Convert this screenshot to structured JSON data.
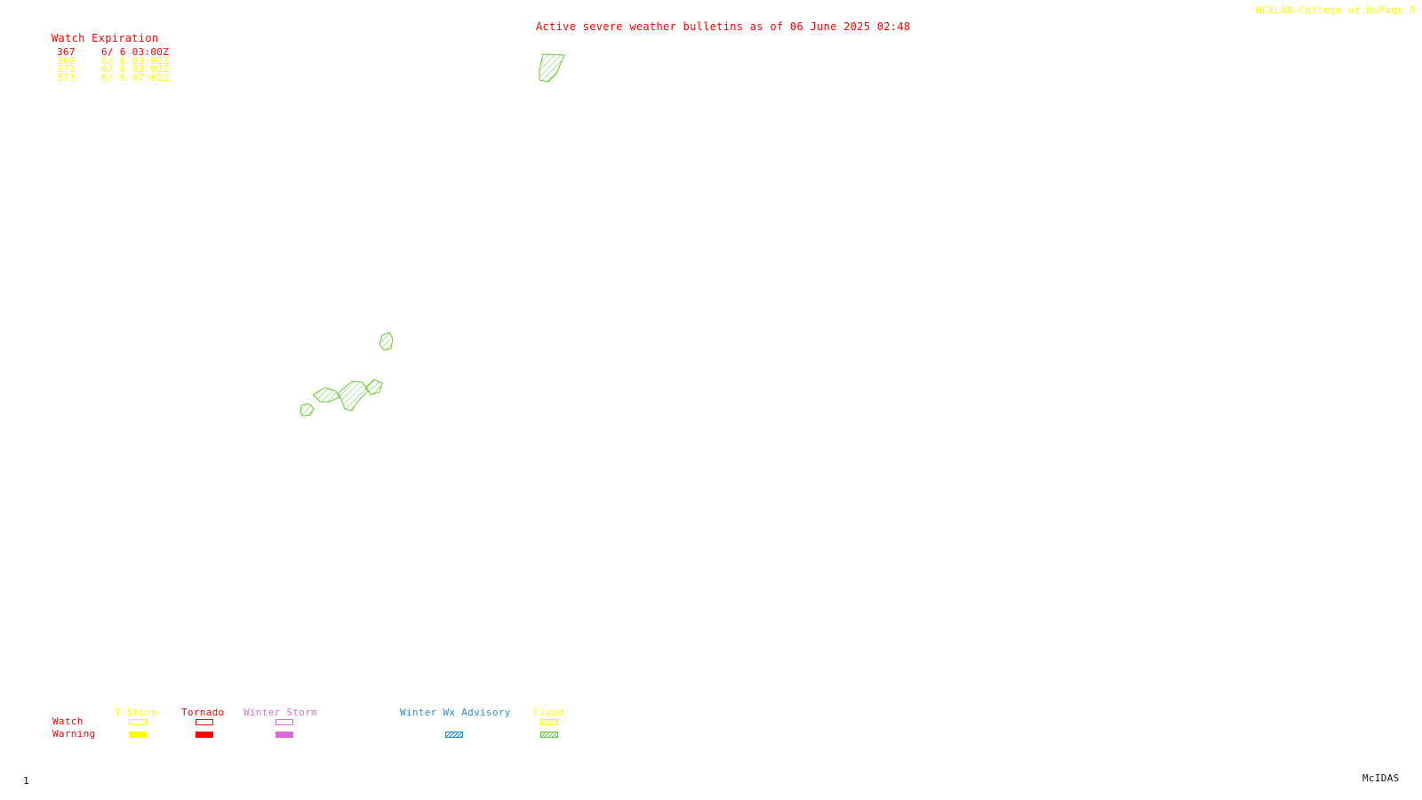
{
  "header": {
    "bulletin": "Active severe weather bulletins as of 06 June 2025 02:48",
    "credit": "NEXLAB-College of DuPage R"
  },
  "watch_expiration": {
    "title": "Watch Expiration",
    "rows": [
      {
        "number": "367",
        "expires": "6/ 6 03:00Z",
        "color": "#ff0000"
      },
      {
        "number": "368",
        "expires": "6/ 6 03:00Z",
        "color": "#ffff00"
      },
      {
        "number": "372",
        "expires": "6/ 6 03:00Z",
        "color": "#ffff00"
      },
      {
        "number": "373",
        "expires": "6/ 6 07:00Z",
        "color": "#ffff00"
      }
    ]
  },
  "map": {
    "flood_warning_areas": [
      {
        "name": "flood-warning-area"
      },
      {
        "name": "flood-warning-area"
      },
      {
        "name": "flood-warning-area"
      },
      {
        "name": "flood-warning-area"
      },
      {
        "name": "flood-warning-area"
      },
      {
        "name": "flood-warning-area"
      }
    ]
  },
  "legend": {
    "row_watch": "Watch",
    "row_warning": "Warning",
    "categories": [
      {
        "label": "T-Storm",
        "color": "#ffff00"
      },
      {
        "label": "Tornado",
        "color": "#ff0000"
      },
      {
        "label": "Winter Storm",
        "color": "#dd66dd"
      },
      {
        "label": "Winter Wx Advisory",
        "color": "#1e90d8"
      },
      {
        "label": "Flood",
        "color": "#ffff00"
      }
    ],
    "flood_warning_color": "#66cc33"
  },
  "footer": {
    "frame": "1",
    "brand": "McIDAS"
  }
}
